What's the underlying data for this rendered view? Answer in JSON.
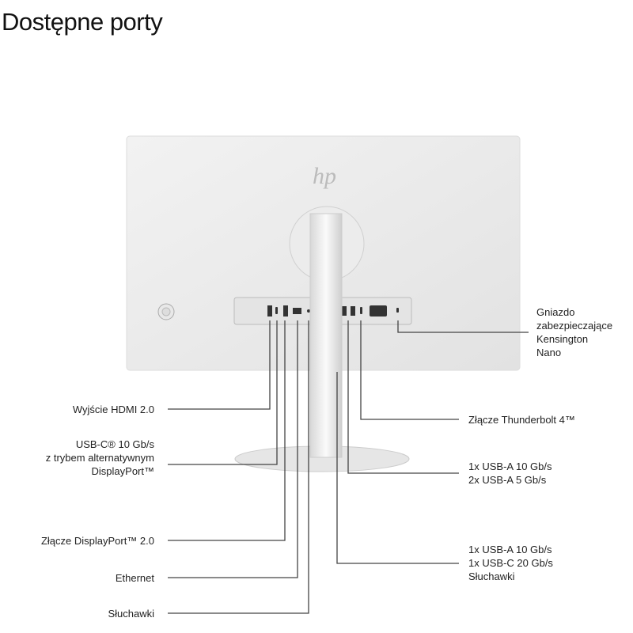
{
  "title": "Dostępne porty",
  "logo": "hp",
  "left_labels": [
    {
      "lines": [
        "Wyjście HDMI 2.0"
      ]
    },
    {
      "lines": [
        "USB-C® 10 Gb/s",
        "z trybem alternatywnym",
        "DisplayPort™"
      ]
    },
    {
      "lines": [
        "Złącze DisplayPort™ 2.0"
      ]
    },
    {
      "lines": [
        "Ethernet"
      ]
    },
    {
      "lines": [
        "Słuchawki"
      ]
    }
  ],
  "right_labels": [
    {
      "lines": [
        "Gniazdo",
        "zabezpieczające",
        "Kensington",
        "Nano"
      ]
    },
    {
      "lines": [
        "Złącze Thunderbolt 4™"
      ]
    },
    {
      "lines": [
        "1x USB-A 10 Gb/s",
        "2x USB-A 5 Gb/s"
      ]
    },
    {
      "lines": [
        "1x USB-A 10 Gb/s",
        "1x USB-C 20 Gb/s",
        "Słuchawki"
      ]
    }
  ]
}
